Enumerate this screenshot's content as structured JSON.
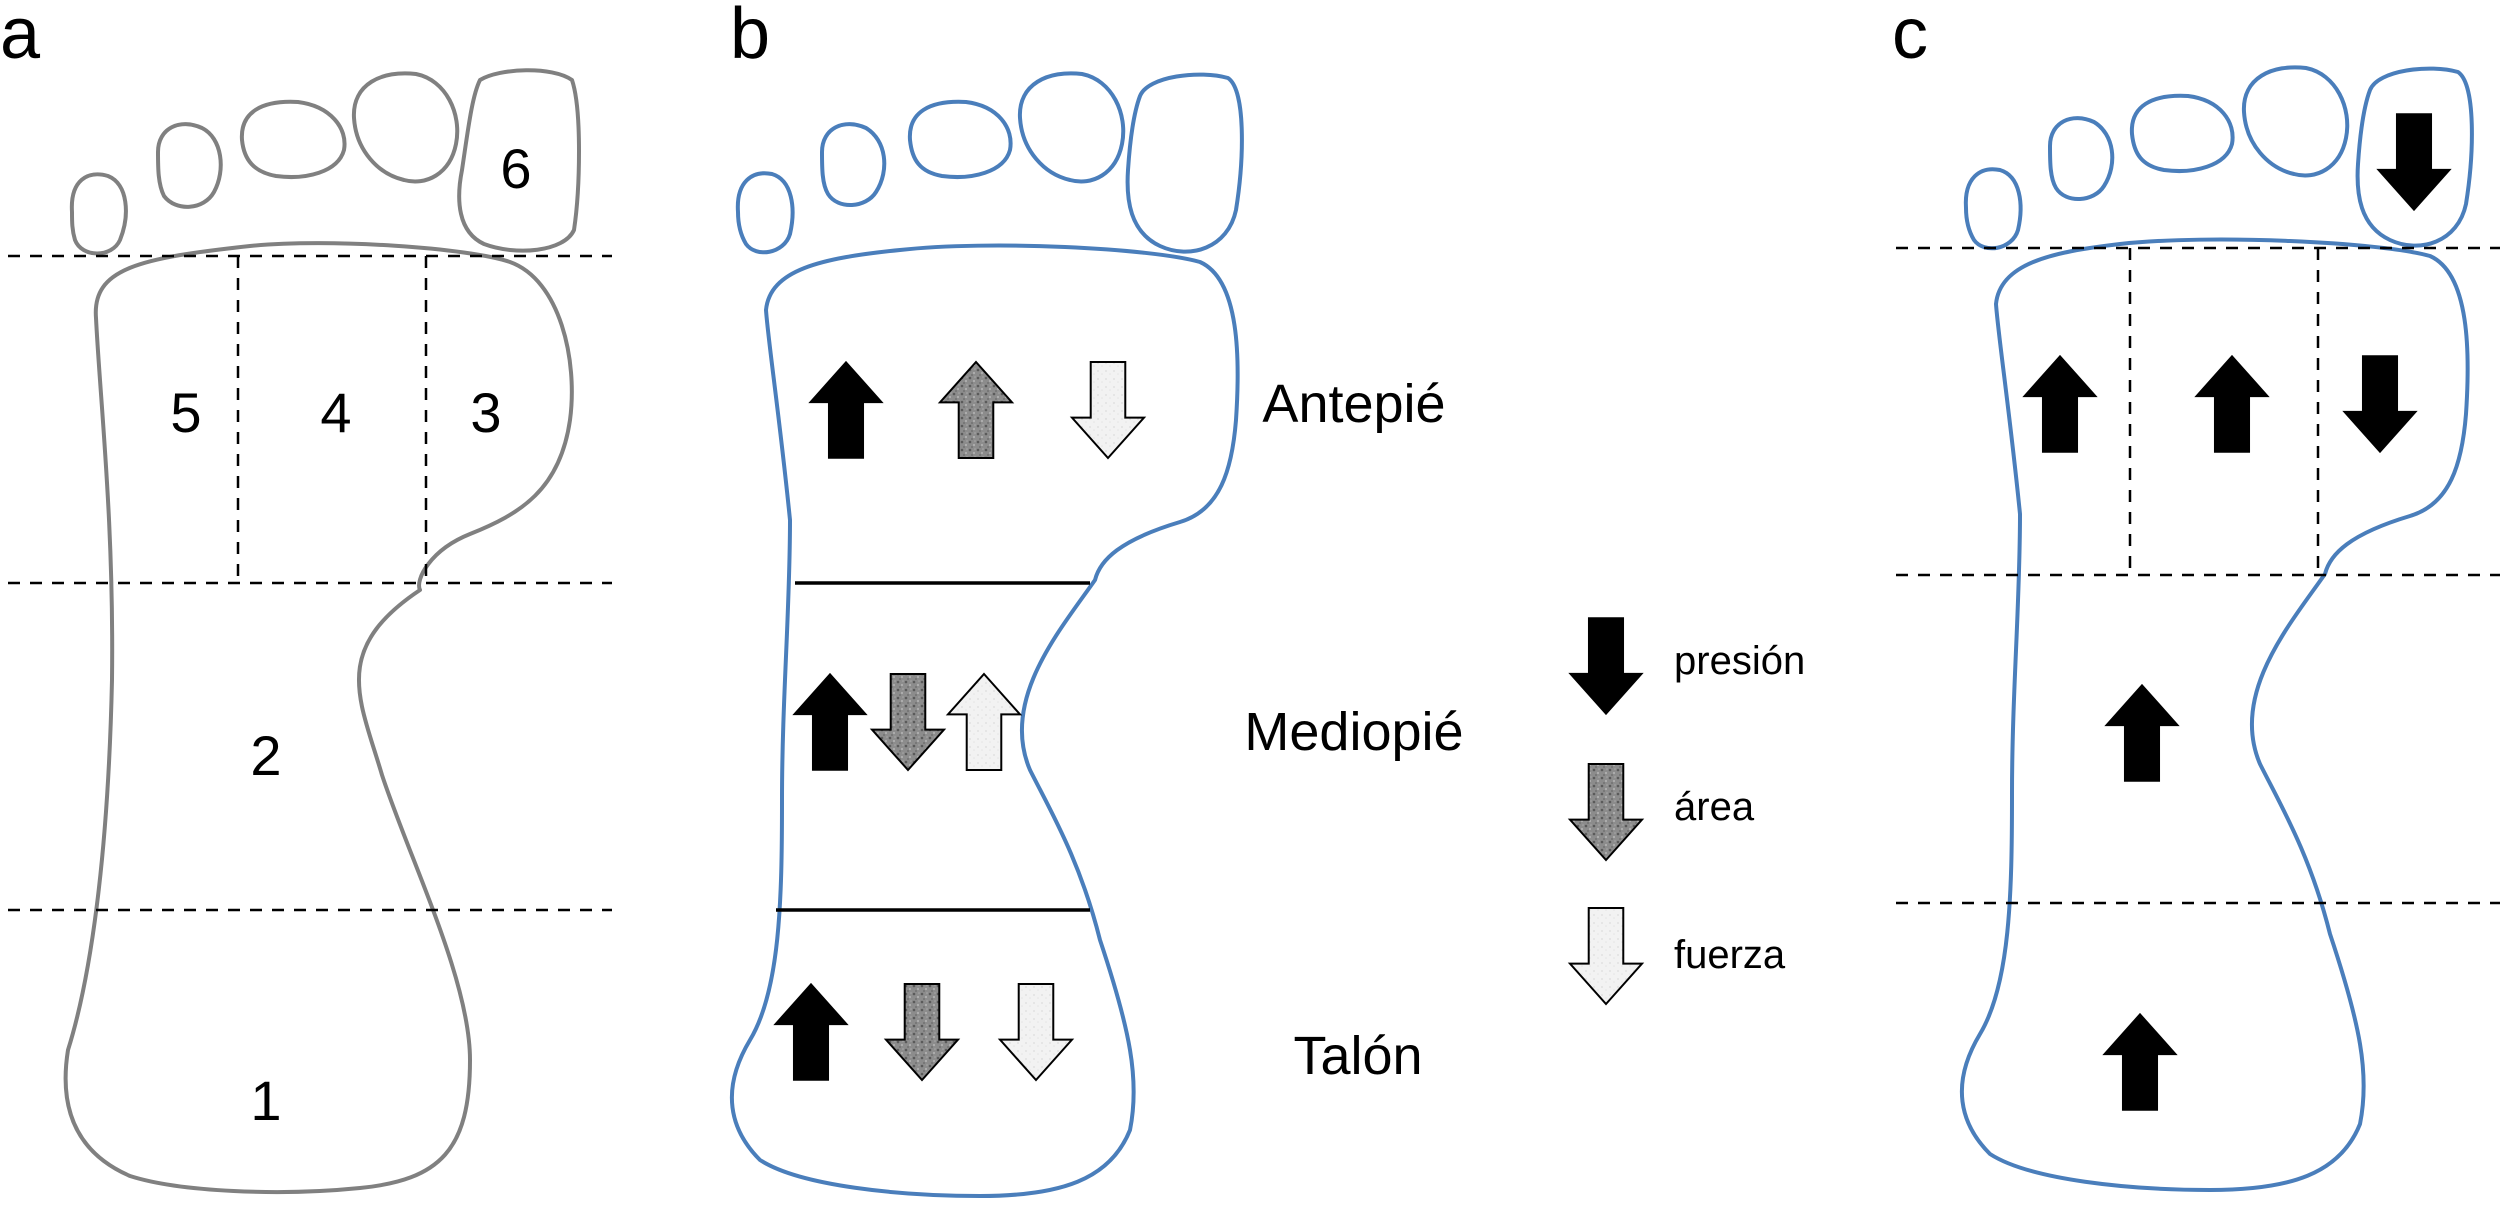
{
  "panels": {
    "a": {
      "letter": "a",
      "zones": [
        "1",
        "2",
        "3",
        "4",
        "5",
        "6"
      ]
    },
    "b": {
      "letter": "b",
      "regions": [
        "Antepié",
        "Mediopié",
        "Talón"
      ]
    },
    "c": {
      "letter": "c"
    }
  },
  "legend": {
    "pressure": "presión",
    "area": "área",
    "force": "fuerza"
  },
  "arrows": {
    "b_forefoot": [
      "up",
      "up",
      "down"
    ],
    "b_midfoot": [
      "up",
      "down",
      "up"
    ],
    "b_heel": [
      "up",
      "down",
      "down"
    ],
    "c_toe": [
      "down"
    ],
    "c_forefoot": [
      "up",
      "up",
      "down"
    ],
    "c_midfoot": [
      "up"
    ],
    "c_heel": [
      "up"
    ]
  },
  "colors": {
    "presion": "#000000",
    "area": "#8c8c8c",
    "fuerza": "#f0f0f0",
    "foot_a": "#808080",
    "foot_bc": "#4a7ebb"
  }
}
